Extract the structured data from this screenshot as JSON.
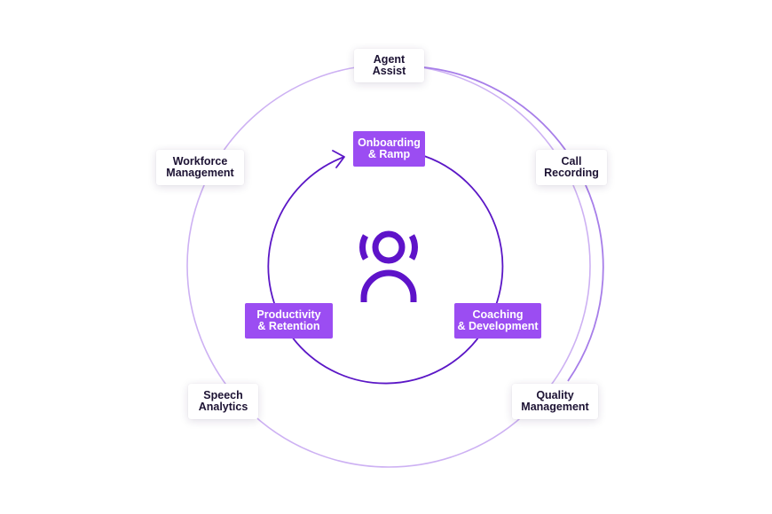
{
  "colors": {
    "outer_ring": "#cdb1f3",
    "outer_ring_accent": "#a77ee9",
    "inner_ring": "#5b17c6",
    "inner_card_bg": "#9b4df2",
    "icon": "#5e13c9",
    "outer_card_text": "#1c1233"
  },
  "icon": {
    "name": "agent-person-icon"
  },
  "outer_items": [
    {
      "id": "agent-assist",
      "lines": [
        "Agent",
        "Assist"
      ]
    },
    {
      "id": "call-recording",
      "lines": [
        "Call",
        "Recording"
      ]
    },
    {
      "id": "quality-management",
      "lines": [
        "Quality",
        "Management"
      ]
    },
    {
      "id": "speech-analytics",
      "lines": [
        "Speech",
        "Analytics"
      ]
    },
    {
      "id": "workforce-management",
      "lines": [
        "Workforce",
        "Management"
      ]
    }
  ],
  "inner_items": [
    {
      "id": "onboarding-ramp",
      "lines": [
        "Onboarding",
        "& Ramp"
      ]
    },
    {
      "id": "coaching-development",
      "lines": [
        "Coaching",
        "& Development"
      ]
    },
    {
      "id": "productivity-retention",
      "lines": [
        "Productivity",
        "& Retention"
      ]
    }
  ]
}
